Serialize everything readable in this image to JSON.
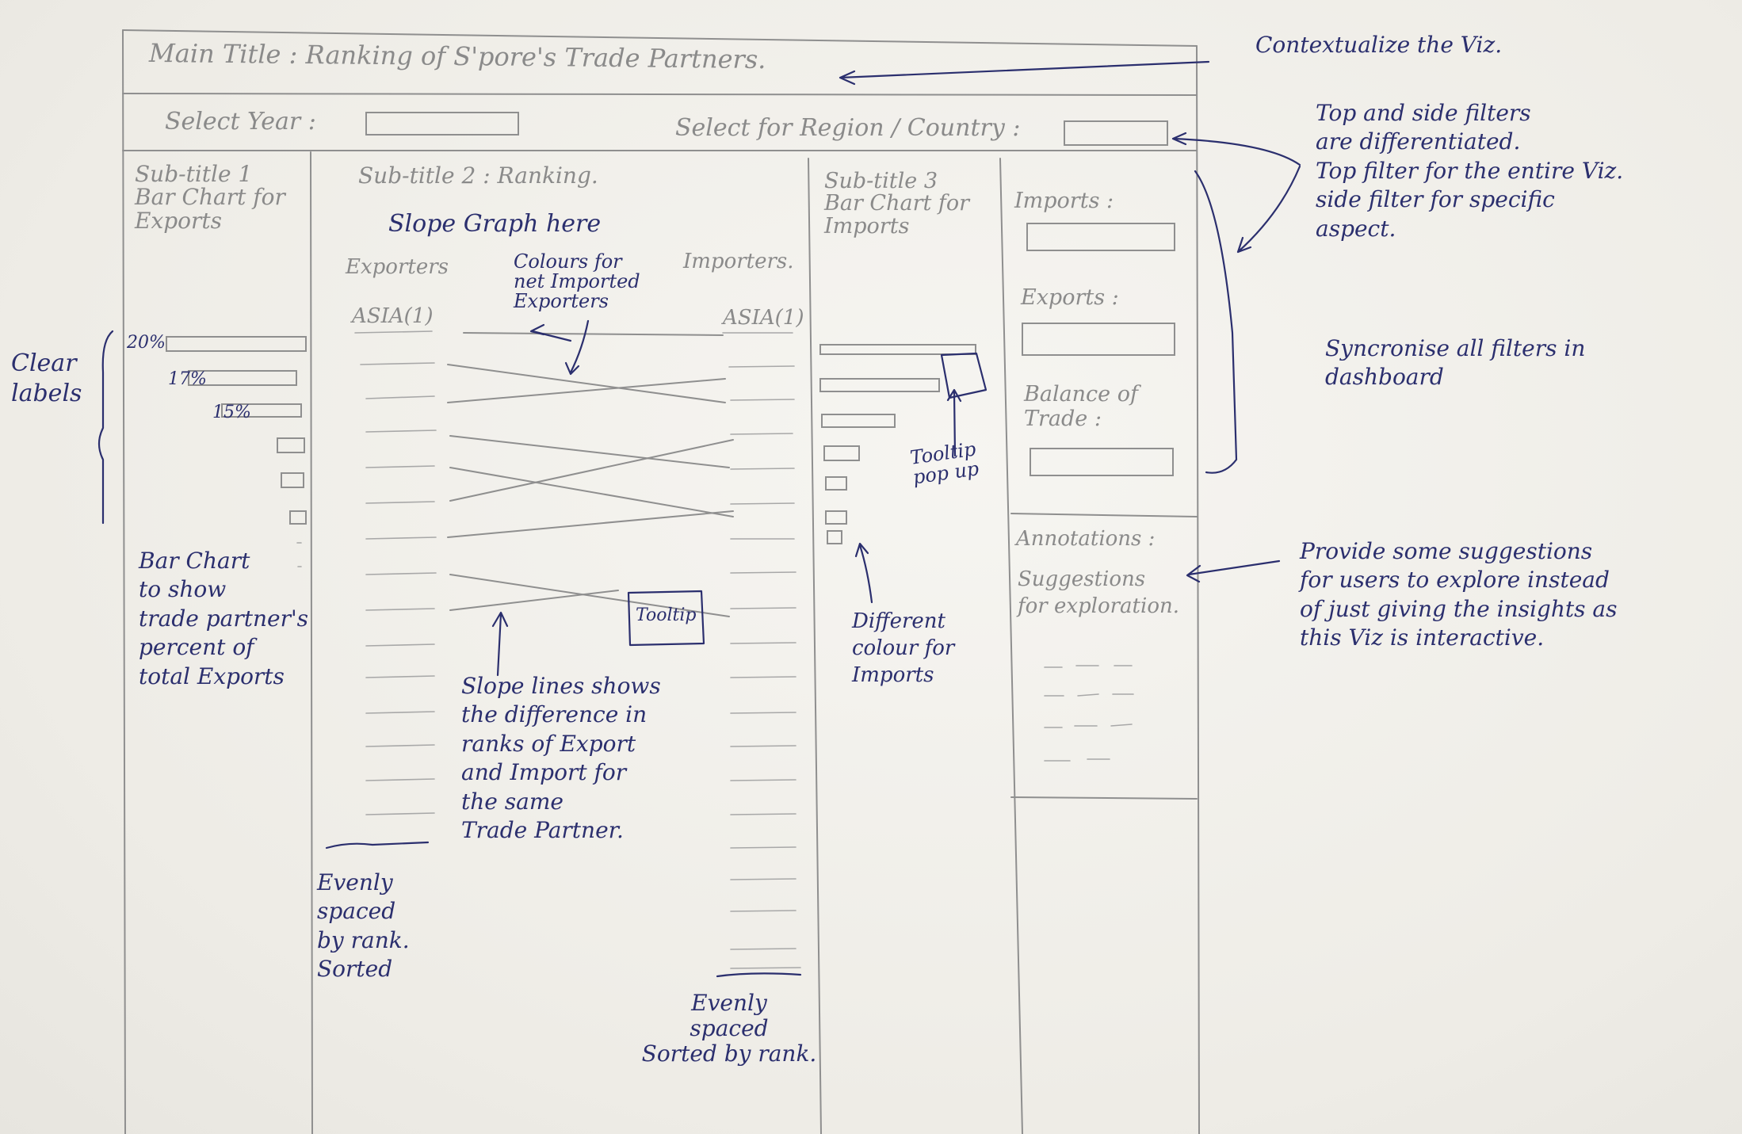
{
  "main_title": "Main Title : Ranking of S'pore's Trade Partners.",
  "filters": {
    "year_label": "Select Year :",
    "region_label": "Select for Region / Country :"
  },
  "left_panel": {
    "subtitle": "Sub-title 1\nBar Chart for\nExports",
    "bar_labels": [
      "20%",
      "17%",
      "15%"
    ],
    "description": "Bar Chart\nto show\ntrade partner's\npercent of\ntotal Exports"
  },
  "center_panel": {
    "subtitle": "Sub-title 2 : Ranking.",
    "heading": "Slope Graph here",
    "exporters_label": "Exporters",
    "importers_label": "Importers.",
    "asia_left": "ASIA(1)",
    "asia_right": "ASIA(1)",
    "colours_note": "Colours for\nnet Imported\nExporters",
    "tooltip": "Tooltip",
    "slope_note": "Slope lines shows\nthe difference in\nranks of Export\nand Import for\nthe same\nTrade Partner.",
    "evenly_left": "Evenly\nspaced\nby rank.\nSorted",
    "evenly_right": "Evenly\nspaced\nSorted by rank."
  },
  "right_chart": {
    "subtitle": "Sub-title 3\nBar Chart for\nImports",
    "tooltip_note": "Tooltip\npop up",
    "colour_note": "Different\ncolour for\nImports"
  },
  "side_panel": {
    "imports_label": "Imports :",
    "exports_label": "Exports :",
    "balance_label": "Balance of\nTrade :",
    "annotations_label": "Annotations :",
    "suggestions_label": "Suggestions\nfor exploration."
  },
  "notes": {
    "contextualize": "Contextualize the Viz.",
    "filters": "Top and side filters\nare differentiated.\nTop filter for the entire Viz.\nside filter for specific\naspect.",
    "synchronise": "Syncronise all filters in\ndashboard",
    "clear_labels": "Clear\nlabels",
    "provide": "Provide some suggestions\nfor users to explore instead\nof just giving the insights as\nthis Viz is interactive."
  }
}
